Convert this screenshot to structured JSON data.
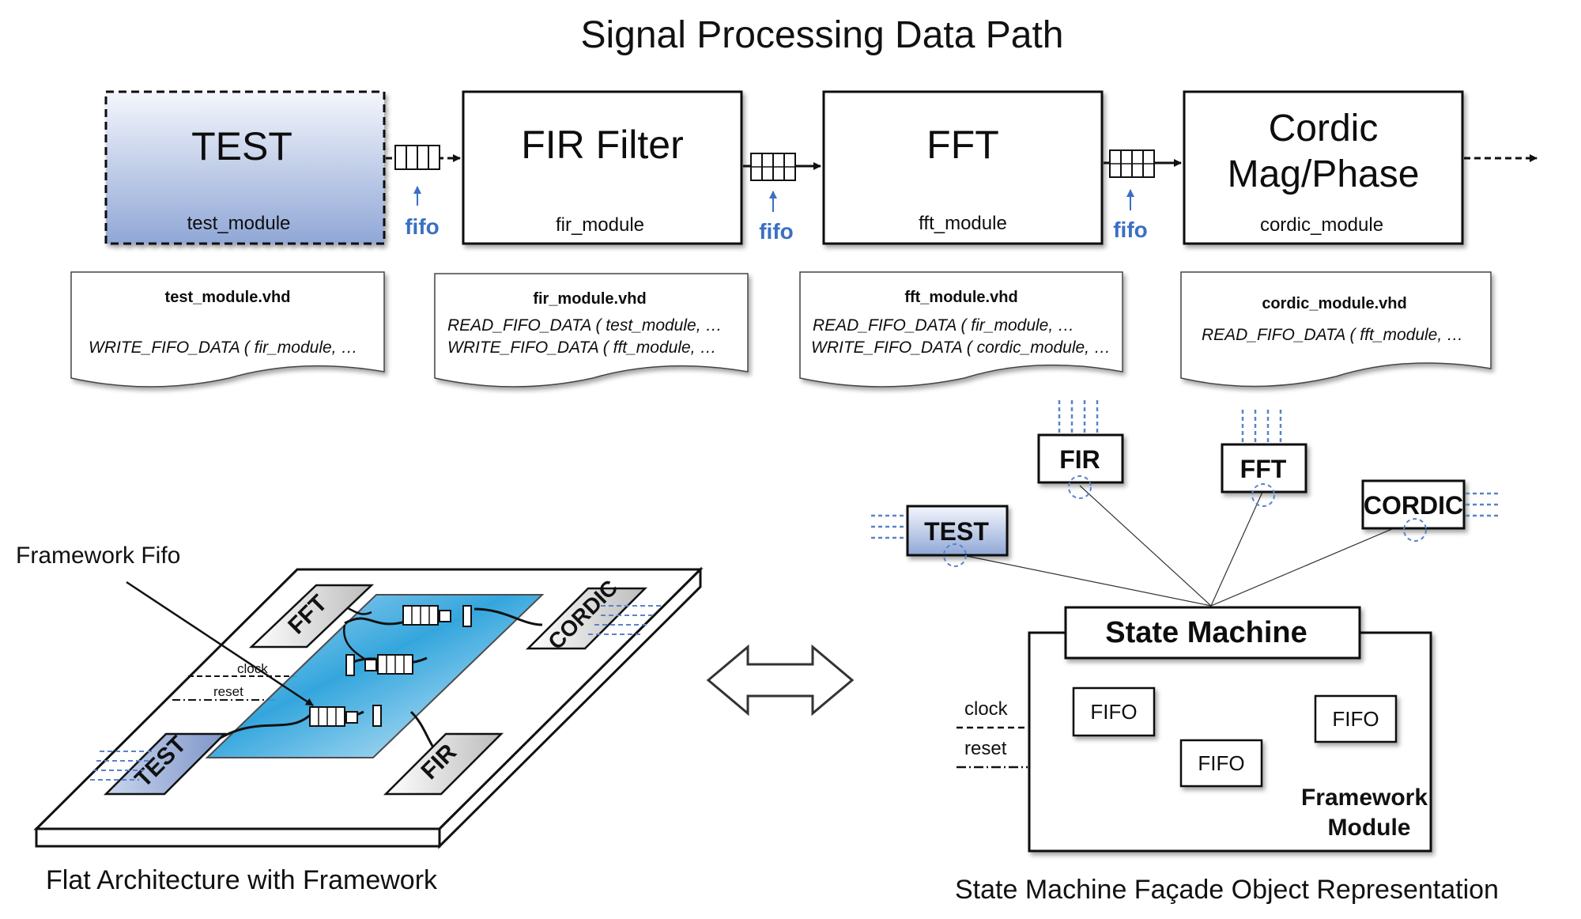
{
  "title": "Signal Processing Data Path",
  "colors": {
    "accent_blue": "#3a6fc4",
    "test_fill_top": "#eef2fb",
    "test_fill_bottom": "#93a9d6",
    "board_glow": "#2a9fd8"
  },
  "pipeline": {
    "blocks": [
      {
        "name": "TEST",
        "module": "test_module"
      },
      {
        "name": "FIR Filter",
        "module": "fir_module"
      },
      {
        "name": "FFT",
        "module": "fft_module"
      },
      {
        "name_line1": "Cordic",
        "name_line2": "Mag/Phase",
        "module": "cordic_module"
      }
    ],
    "fifo_label": "fifo"
  },
  "documents": [
    {
      "filename": "test_module.vhd",
      "lines": [
        "WRITE_FIFO_DATA ( fir_module, …"
      ]
    },
    {
      "filename": "fir_module.vhd",
      "lines": [
        "READ_FIFO_DATA ( test_module, …",
        "WRITE_FIFO_DATA ( fft_module, …"
      ]
    },
    {
      "filename": "fft_module.vhd",
      "lines": [
        "READ_FIFO_DATA ( fir_module, …",
        "WRITE_FIFO_DATA ( cordic_module, …"
      ]
    },
    {
      "filename": "cordic_module.vhd",
      "lines": [
        "READ_FIFO_DATA ( fft_module, …"
      ]
    }
  ],
  "flat": {
    "callout": "Framework Fifo",
    "modules": [
      "TEST",
      "FFT",
      "CORDIC",
      "FIR"
    ],
    "signals": [
      "clock",
      "reset"
    ],
    "caption": "Flat Architecture with Framework"
  },
  "facade": {
    "modules": [
      "FIR",
      "FFT",
      "TEST",
      "CORDIC"
    ],
    "state_machine": "State Machine",
    "fifo_label": "FIFO",
    "signals": [
      "clock",
      "reset"
    ],
    "framework_line1": "Framework",
    "framework_line2": "Module",
    "caption": "State Machine Façade Object Representation"
  }
}
